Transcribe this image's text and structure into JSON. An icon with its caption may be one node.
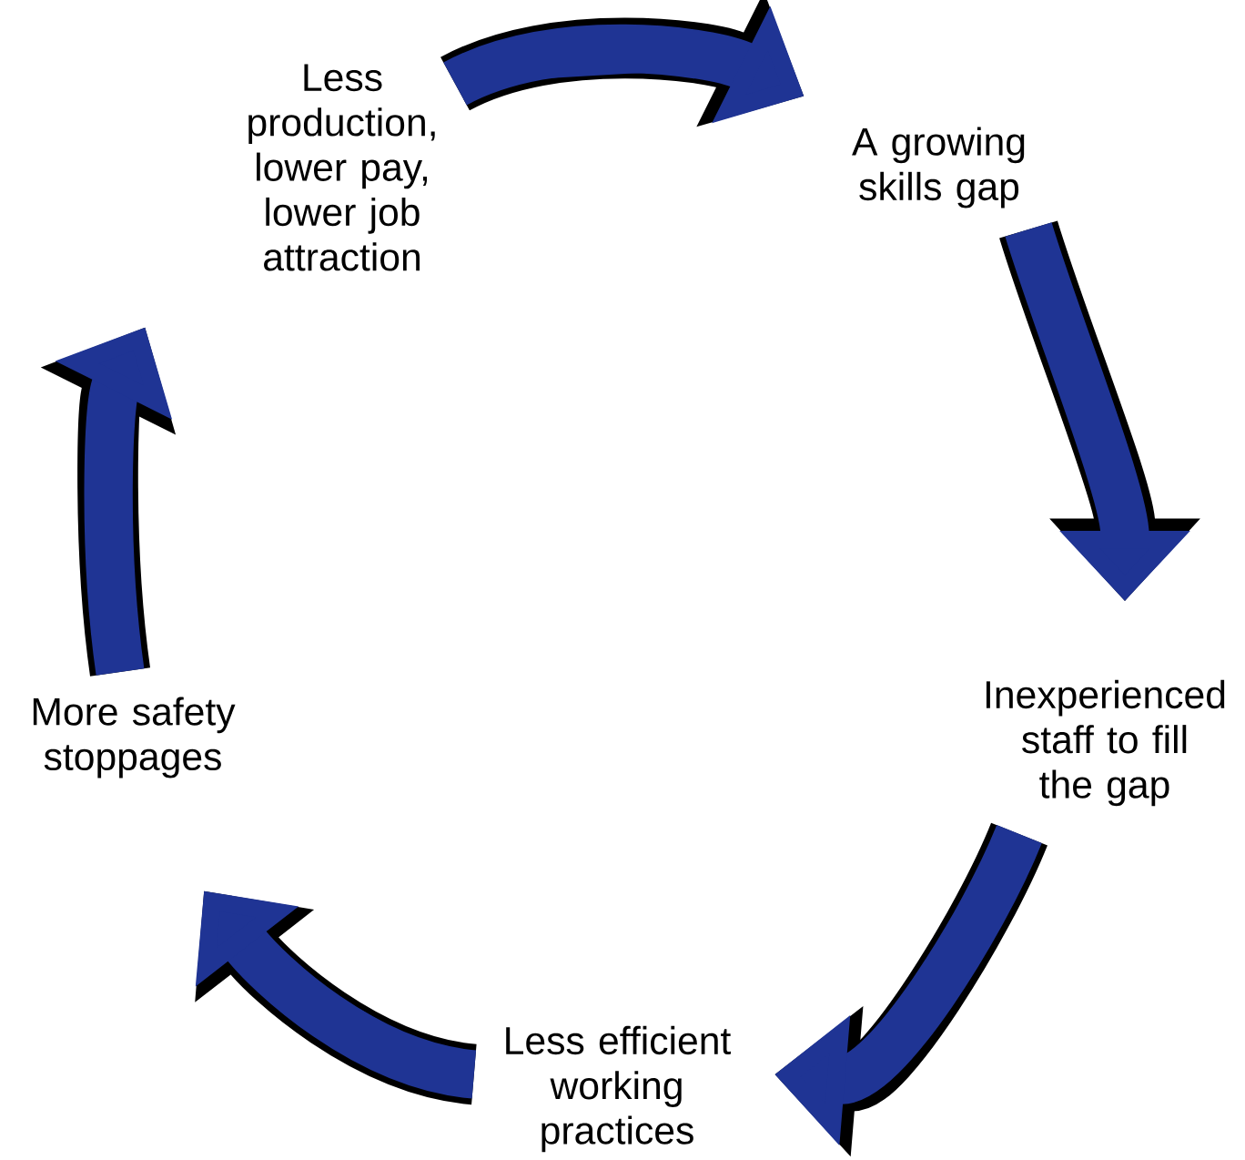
{
  "diagram": {
    "nodes": [
      {
        "text": [
          "Less production, lower pay, lower job attraction"
        ]
      },
      {
        "text": [
          "A growing skills gap"
        ]
      },
      {
        "text": [
          "Inexperienced staff to fill the gap"
        ]
      },
      {
        "text": [
          "Less efficient working practices"
        ]
      },
      {
        "text": [
          "More safety stoppages"
        ]
      }
    ],
    "edges": [
      {
        "from": 0,
        "to": 1,
        "arrow": "to"
      },
      {
        "from": 1,
        "to": 2,
        "arrow": "to"
      },
      {
        "from": 2,
        "to": 3,
        "arrow": "to"
      },
      {
        "from": 3,
        "to": 4,
        "arrow": "to"
      },
      {
        "from": 4,
        "to": 0,
        "arrow": "to"
      }
    ]
  }
}
